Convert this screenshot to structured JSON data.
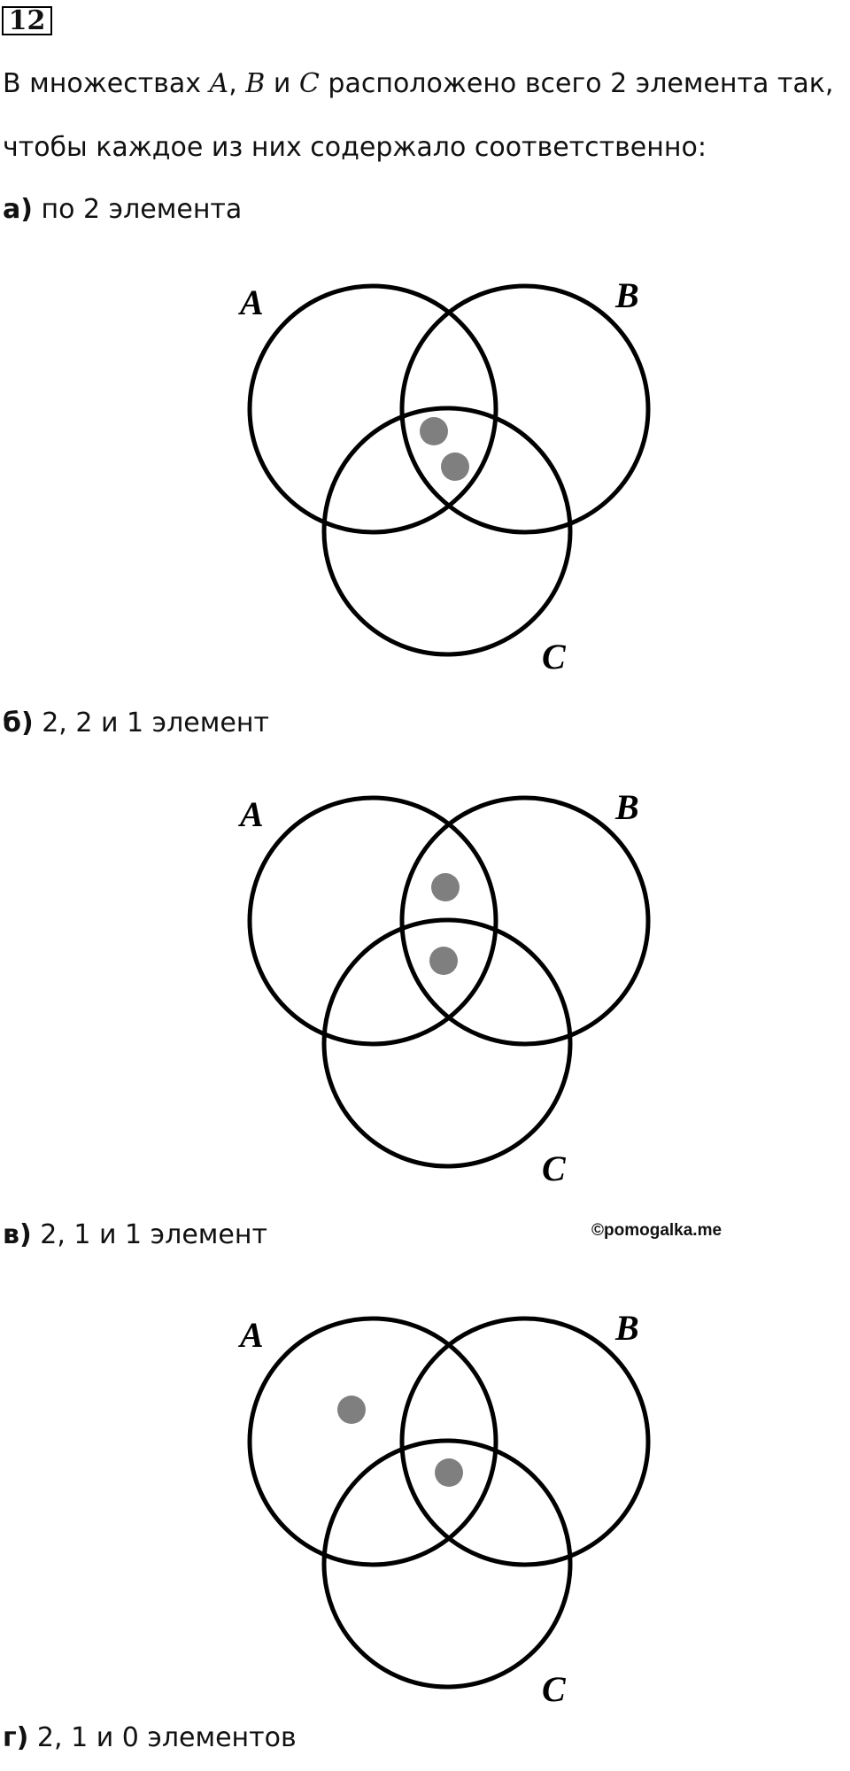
{
  "problem": {
    "number": "12",
    "intro": {
      "part1": "В множествах ",
      "varA": "A",
      "sep1": ", ",
      "varB": "B",
      "sep2": " и ",
      "varC": "C",
      "part2": " расположено всего 2 элемента так,"
    },
    "intro_line2": "чтобы каждое из них содержало соответственно:",
    "watermark": "©pomogalka.me",
    "parts": [
      {
        "label": "а)",
        "text": " по 2 элемента",
        "set_labels": [
          "A",
          "B",
          "C"
        ],
        "dot_regions": [
          "A∩B∩C",
          "A∩B∩C"
        ]
      },
      {
        "label": "б)",
        "text": " 2, 2 и 1 элемент",
        "set_labels": [
          "A",
          "B",
          "C"
        ],
        "dot_regions": [
          "A∩B only",
          "A∩B∩C"
        ]
      },
      {
        "label": "в)",
        "text": " 2, 1 и 1 элемент",
        "set_labels": [
          "A",
          "B",
          "C"
        ],
        "dot_regions": [
          "A only",
          "A∩B∩C"
        ]
      },
      {
        "label": "г)",
        "text": " 2, 1 и 0 элементов",
        "set_labels": [],
        "dot_regions": []
      }
    ]
  }
}
